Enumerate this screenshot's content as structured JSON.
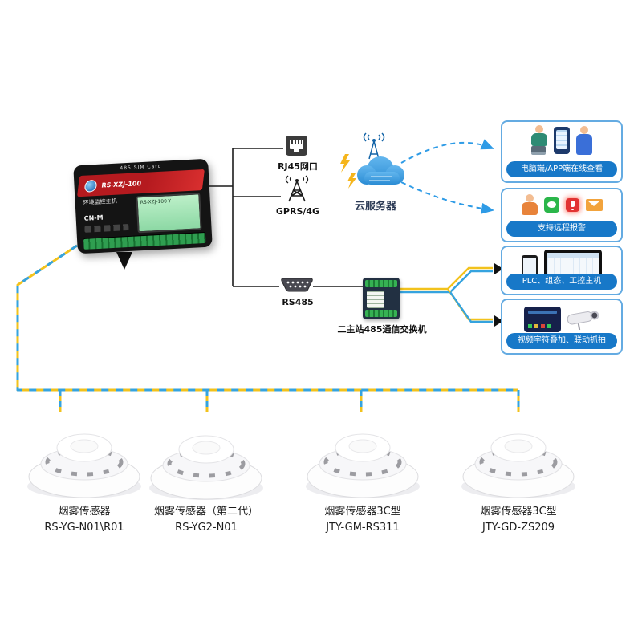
{
  "device": {
    "title": "环境监控主机",
    "top_text": "485  SIM Card",
    "band_text": "RS-XZJ-100",
    "screen_text": "RS-XZJ-100-Y",
    "badge": "CN-M"
  },
  "ports": {
    "rj45": {
      "label": "RJ45网口"
    },
    "gprs": {
      "label": "GPRS/4G"
    },
    "rs485": {
      "label": "RS485"
    }
  },
  "cloud": {
    "label": "云服务器"
  },
  "switch485": {
    "label": "二主站485通信交换机"
  },
  "features": [
    {
      "label": "电脑端/APP端在线查看"
    },
    {
      "label": "支持远程报警"
    },
    {
      "label": "PLC、组态、工控主机"
    },
    {
      "label": "视频字符叠加、联动抓拍"
    }
  ],
  "sensors": [
    {
      "title": "烟雾传感器",
      "model": "RS-YG-N01\\R01"
    },
    {
      "title": "烟雾传感器（第二代）",
      "model": "RS-YG2-N01"
    },
    {
      "title": "烟雾传感器3C型",
      "model": "JTY-GM-RS311"
    },
    {
      "title": "烟雾传感器3C型",
      "model": "JTY-GD-ZS209"
    }
  ],
  "colors": {
    "accent_blue": "#1778c8",
    "border_blue": "#64abe2",
    "cable_yellow": "#f2c21c",
    "cable_blue": "#35a3df",
    "arrow_blue": "#2e9be6"
  }
}
